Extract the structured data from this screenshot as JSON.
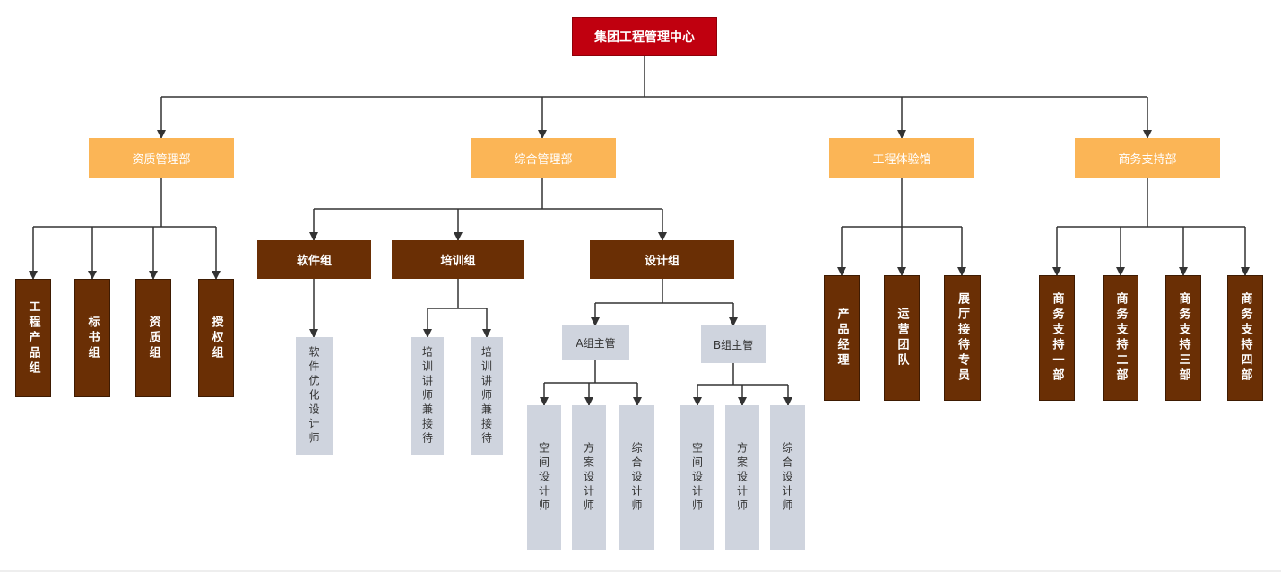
{
  "root": "集团工程管理中心",
  "departments": [
    {
      "name": "资质管理部",
      "teams": [
        "工程产品组",
        "标书组",
        "资质组",
        "授权组"
      ]
    },
    {
      "name": "综合管理部",
      "groups": [
        {
          "name": "软件组",
          "roles": [
            "软件优化设计师"
          ]
        },
        {
          "name": "培训组",
          "roles": [
            "培训讲师兼接待",
            "培训讲师兼接待"
          ]
        },
        {
          "name": "设计组",
          "managers": [
            {
              "name": "A组主管",
              "roles": [
                "空间设计师",
                "方案设计师",
                "综合设计师"
              ]
            },
            {
              "name": "B组主管",
              "roles": [
                "空间设计师",
                "方案设计师",
                "综合设计师"
              ]
            }
          ]
        }
      ]
    },
    {
      "name": "工程体验馆",
      "teams": [
        "产品经理",
        "运营团队",
        "展厅接待专员"
      ]
    },
    {
      "name": "商务支持部",
      "teams": [
        "商务支持一部",
        "商务支持二部",
        "商务支持三部",
        "商务支持四部"
      ]
    }
  ],
  "colors": {
    "root": "#c0000f",
    "department": "#fbb556",
    "group": "#6a2f05",
    "role": "#cfd4de",
    "connector": "#333333"
  }
}
